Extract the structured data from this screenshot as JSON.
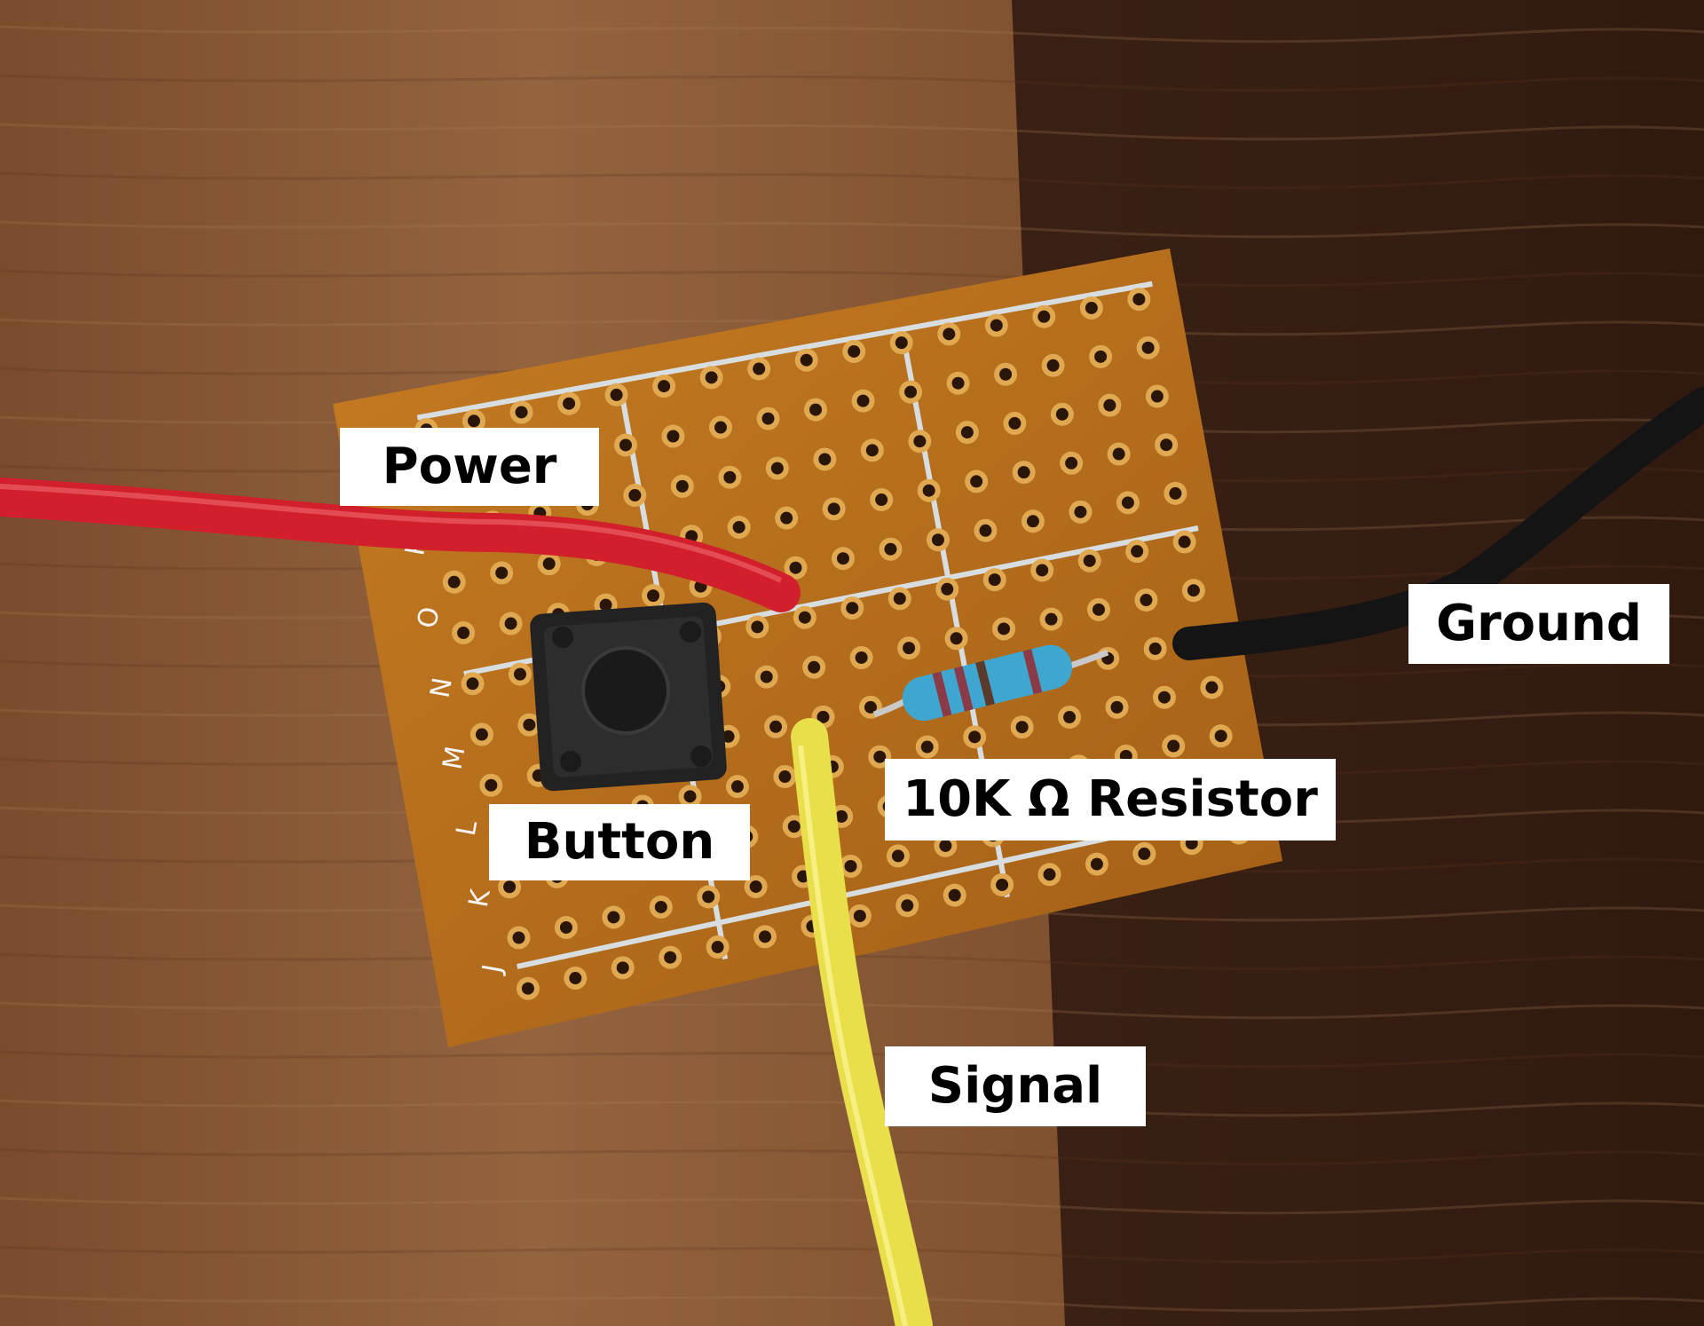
{
  "labels": {
    "power": "Power",
    "ground": "Ground",
    "resistor": "10K Ω Resistor",
    "button": "Button",
    "signal": "Signal"
  },
  "board_row_letters": [
    "J",
    "K",
    "L",
    "M",
    "N",
    "O",
    "P"
  ],
  "colors": {
    "wood_light": "#8a5a36",
    "wood_dark": "#3b2216",
    "board": "#b5701c",
    "power_wire": "#d21f2c",
    "ground_wire": "#1a1a1a",
    "signal_wire": "#e8df4a",
    "resistor_body": "#3fa6cf",
    "label_bg": "#ffffff",
    "label_text": "#000000"
  }
}
